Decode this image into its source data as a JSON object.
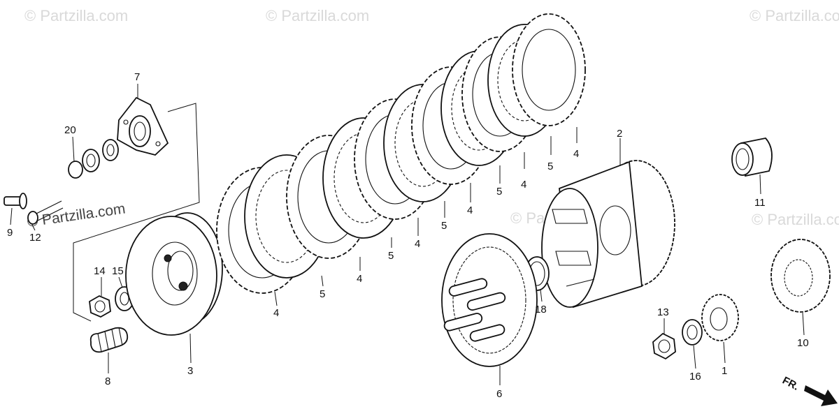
{
  "watermarks": [
    {
      "id": "wm-1",
      "text": "© Partzilla.com"
    },
    {
      "id": "wm-2",
      "text": "© Partzilla.com"
    },
    {
      "id": "wm-3",
      "text": "© Partzilla.com"
    },
    {
      "id": "wm-4",
      "text": "© Partzilla.com"
    },
    {
      "id": "wm-5",
      "text": "© Partzilla.com"
    },
    {
      "id": "wm-6",
      "text": "© Partzilla.com"
    }
  ],
  "callouts": [
    {
      "id": "c-7a",
      "text": "7"
    },
    {
      "id": "c-20",
      "text": "20"
    },
    {
      "id": "c-9",
      "text": "9"
    },
    {
      "id": "c-12",
      "text": "12"
    },
    {
      "id": "c-14",
      "text": "14"
    },
    {
      "id": "c-15",
      "text": "15"
    },
    {
      "id": "c-8",
      "text": "8"
    },
    {
      "id": "c-3",
      "text": "3"
    },
    {
      "id": "c-4a",
      "text": "4"
    },
    {
      "id": "c-5a",
      "text": "5"
    },
    {
      "id": "c-4b",
      "text": "4"
    },
    {
      "id": "c-5b",
      "text": "5"
    },
    {
      "id": "c-4c",
      "text": "4"
    },
    {
      "id": "c-5c",
      "text": "5"
    },
    {
      "id": "c-4d",
      "text": "4"
    },
    {
      "id": "c-5d",
      "text": "5"
    },
    {
      "id": "c-4e",
      "text": "4"
    },
    {
      "id": "c-5e",
      "text": "5"
    },
    {
      "id": "c-4f",
      "text": "4"
    },
    {
      "id": "c-2",
      "text": "2"
    },
    {
      "id": "c-11",
      "text": "11"
    },
    {
      "id": "c-18",
      "text": "18"
    },
    {
      "id": "c-6",
      "text": "6"
    },
    {
      "id": "c-13",
      "text": "13"
    },
    {
      "id": "c-16",
      "text": "16"
    },
    {
      "id": "c-1",
      "text": "1"
    },
    {
      "id": "c-10",
      "text": "10"
    }
  ],
  "direction": {
    "label": "FR."
  }
}
